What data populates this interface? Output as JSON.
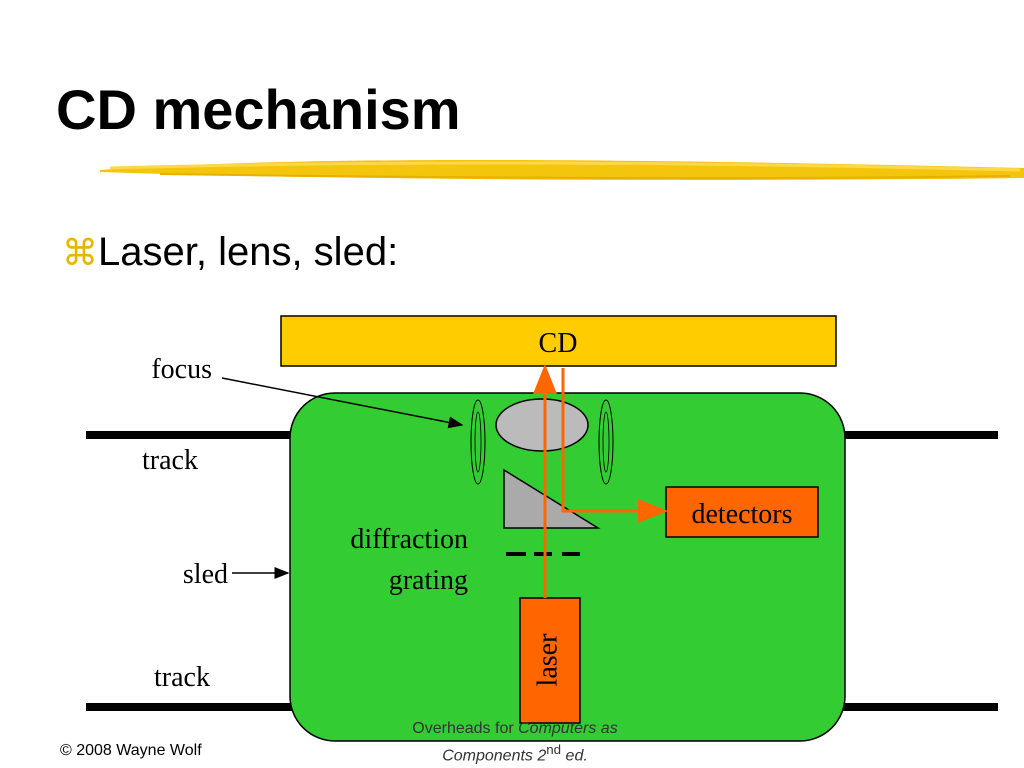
{
  "slide": {
    "title": "CD mechanism",
    "bullet_text": "Laser, lens, sled:"
  },
  "diagram": {
    "cd_label": "CD",
    "focus_label": "focus",
    "track_top_label": "track",
    "sled_label": "sled",
    "track_bottom_label": "track",
    "diffraction_line1": "diffraction",
    "diffraction_line2": "grating",
    "detectors_label": "detectors",
    "laser_label": "laser"
  },
  "footer": {
    "copyright": "© 2008 Wayne Wolf",
    "overheads_prefix": "Overheads for ",
    "book_title_line1": "Computers as",
    "book_title_line2": "Components 2",
    "edition_sup": "nd",
    "edition_suffix": " ed."
  },
  "colors": {
    "cd_fill": "#ffcc00",
    "sled_fill": "#33cc33",
    "orange_box": "#ff6600",
    "beam": "#ff6600",
    "lens_fill": "#bbbbbb",
    "prism_fill": "#aaaaaa",
    "highlight_stroke": "#f2c200"
  }
}
